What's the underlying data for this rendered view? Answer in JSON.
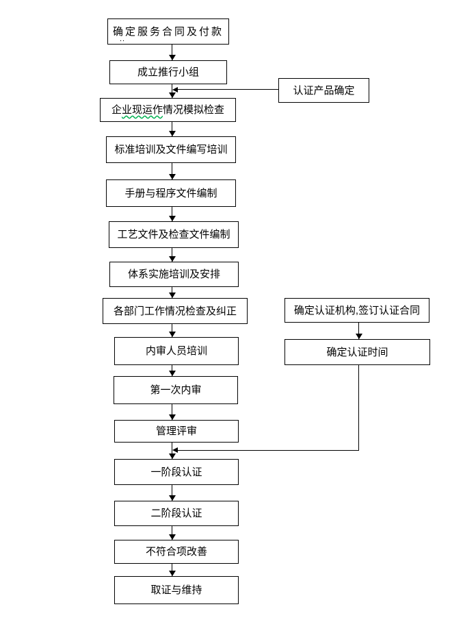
{
  "flowchart": {
    "main_nodes": [
      {
        "label": "确定服务合同及付款",
        "note": ".."
      },
      {
        "label": "成立推行小组"
      },
      {
        "label": "企业现运作情况模拟检查",
        "pre": "企",
        "wavy": "业现运作",
        "post": "情况模拟检查"
      },
      {
        "label": "标准培训及文件编写培训"
      },
      {
        "label": "手册与程序文件编制"
      },
      {
        "label": "工艺文件及检查文件编制"
      },
      {
        "label": "体系实施培训及安排"
      },
      {
        "label": "各部门工作情况检查及纠正"
      },
      {
        "label": "内审人员培训"
      },
      {
        "label": "第一次内审"
      },
      {
        "label": "管理评审"
      },
      {
        "label": "一阶段认证"
      },
      {
        "label": "二阶段认证"
      },
      {
        "label": "不符合项改善"
      },
      {
        "label": "取证与维持"
      }
    ],
    "side_nodes": [
      {
        "label": "认证产品确定"
      },
      {
        "label": "确定认证机构,签订认证合同"
      },
      {
        "label": "确定认证时间"
      }
    ],
    "colors": {
      "line": "#000000",
      "box_border": "#000000",
      "text": "#000000",
      "background": "#ffffff",
      "grammar_underline": "#00b050"
    }
  }
}
